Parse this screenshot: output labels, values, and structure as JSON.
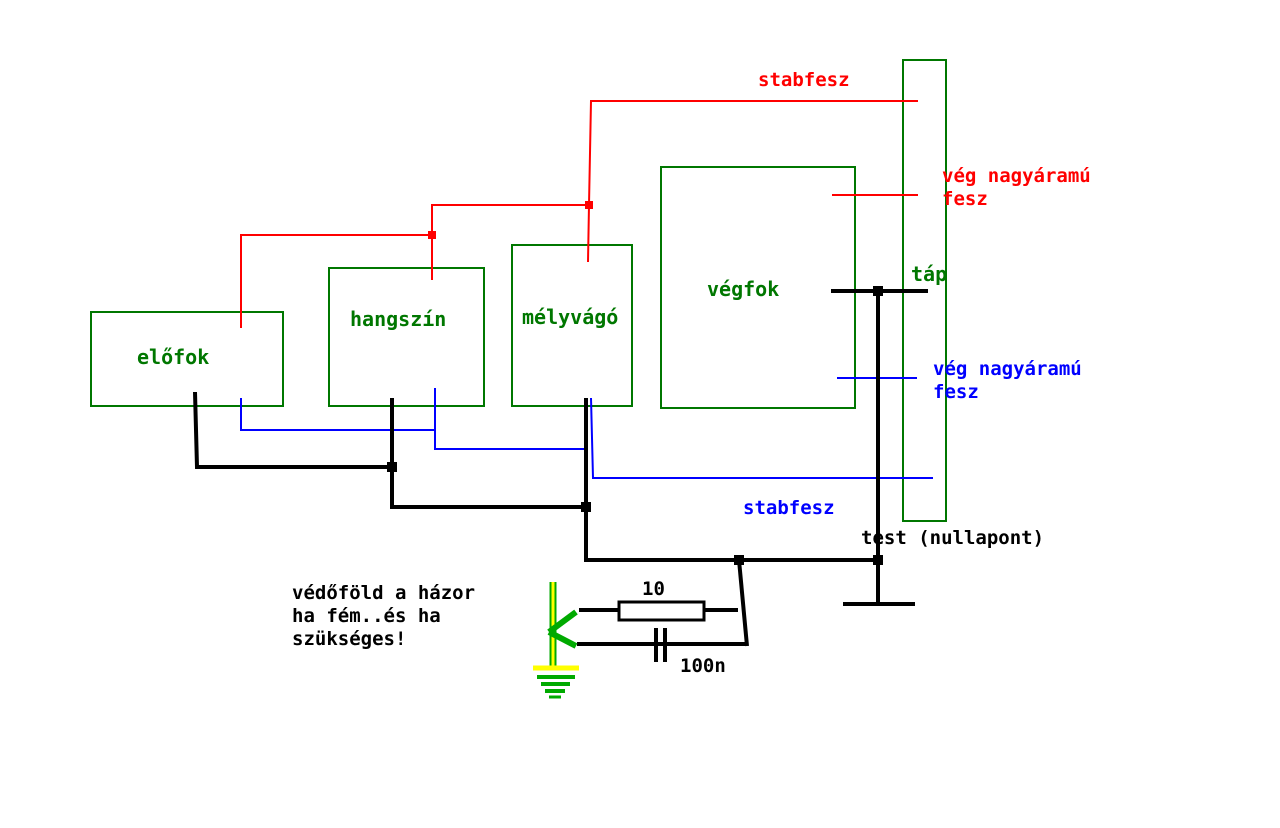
{
  "colors": {
    "supply_positive": "#ff0000",
    "supply_negative": "#0000ff",
    "ground": "#000000",
    "blocks": "#007700",
    "earth_green": "#00aa00",
    "earth_yellow": "#ffff00"
  },
  "blocks": {
    "preamp": "előfok",
    "tone": "hangszín",
    "lowcut": "mélyvágó",
    "power_amp": "végfok"
  },
  "labels": {
    "supply": "táp",
    "stab_pos": "stabfesz",
    "final_pos_line1": "vég nagyáramú",
    "final_pos_line2": "fesz",
    "final_neg_line1": "vég nagyáramú",
    "final_neg_line2": "fesz",
    "stab_neg": "stabfesz",
    "ground": "test (nullapont)",
    "resistor": "10",
    "capacitor": "100n",
    "earth_note_line1": "védőföld a házor",
    "earth_note_line2": "ha fém..és ha",
    "earth_note_line3": "szükséges!"
  }
}
